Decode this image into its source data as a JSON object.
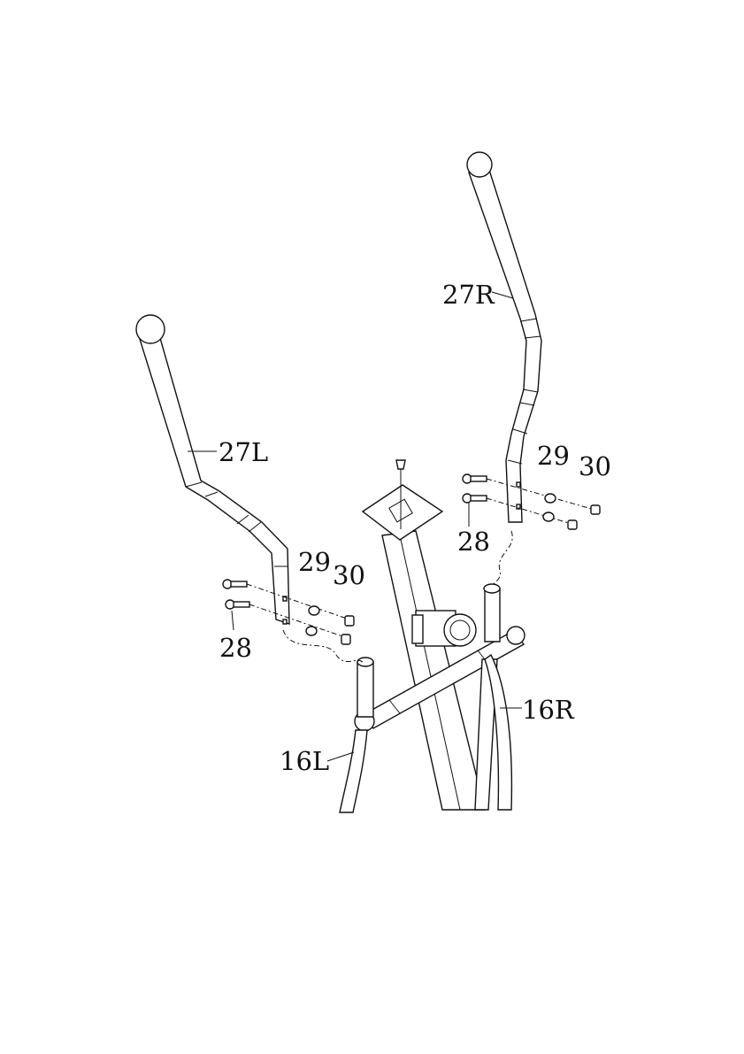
{
  "labels": {
    "handlebar_right": "27R",
    "handlebar_left": "27L",
    "upright_right": "16R",
    "upright_left": "16L",
    "bolt_left": "28",
    "washer_left": "29",
    "nut_left": "30",
    "bolt_right": "28",
    "washer_right": "29",
    "nut_right": "30"
  }
}
